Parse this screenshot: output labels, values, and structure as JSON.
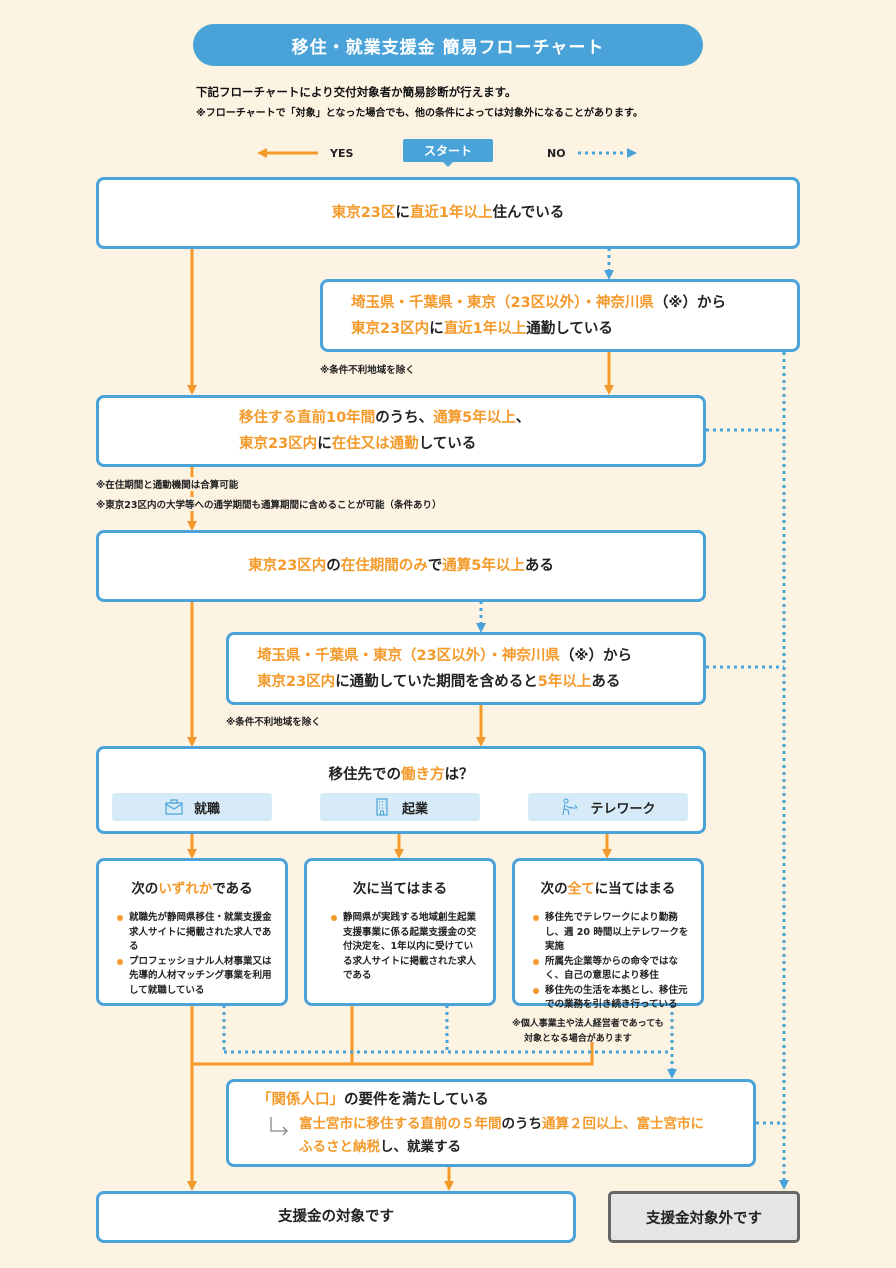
{
  "header": {
    "title": "移住・就業支援金 簡易フローチャート",
    "intro": "下記フローチャートにより交付対象者か簡易診断が行えます。",
    "disclaimer": "※フローチャートで「対象」となった場合でも、他の条件によっては対象外になることがあります。"
  },
  "legend": {
    "yes_label": "YES",
    "no_label": "NO",
    "start_label": "スタート",
    "colors": {
      "yes": "#f39a2b",
      "no": "#4aa3d8",
      "box_border": "#4aa3d8",
      "background": "#fdf3e3"
    }
  },
  "steps": {
    "q1": {
      "p1": "東京23区",
      "p2": "に",
      "p3": "直近1年以上",
      "p4": "住んでいる"
    },
    "q2": {
      "l1_a": "埼玉県・千葉県・東京（23区以外）・神奈川県",
      "l1_b": "（※）から",
      "l2_a": "東京23区内",
      "l2_b": "に",
      "l2_c": "直近1年以上",
      "l2_d": "通勤している",
      "note": "※条件不利地域を除く"
    },
    "q3": {
      "l1_a": "移住する直前10年間",
      "l1_b": "のうち、",
      "l1_c": "通算5年以上",
      "l1_d": "、",
      "l2_a": "東京23区内",
      "l2_b": "に",
      "l2_c": "在住又は通勤",
      "l2_d": "している",
      "note1": "※在住期間と通動機関は合算可能",
      "note2": "※東京23区内の大学等への通学期間も通算期間に含めることが可能（条件あり）"
    },
    "q4": {
      "p1": "東京23区内",
      "p2": "の",
      "p3": "在住期間のみ",
      "p4": "で",
      "p5": "通算5年以上",
      "p6": "ある"
    },
    "q5": {
      "l1_a": "埼玉県・千葉県・東京（23区以外）・神奈川県",
      "l1_b": "（※）から",
      "l2_a": "東京23区内",
      "l2_b": "に通勤していた期間を含めると",
      "l2_c": "5年以上",
      "l2_d": "ある",
      "note": "※条件不利地域を除く"
    },
    "q6": {
      "t1": "移住先での",
      "t2": "働き方",
      "t3": "は？",
      "options": [
        {
          "label": "就職",
          "icon": "briefcase-icon"
        },
        {
          "label": "起業",
          "icon": "building-icon"
        },
        {
          "label": "テレワーク",
          "icon": "telework-person-icon"
        }
      ]
    }
  },
  "branches": {
    "employment": {
      "t1": "次の",
      "t2": "いずれか",
      "t3": "である",
      "bullets": [
        "就職先が静岡県移住・就業支援金求人サイトに掲載された求人である",
        "プロフェッショナル人材事業又は先導的人材マッチング事業を利用して就職している"
      ]
    },
    "startup": {
      "t1": "次に当てはまる",
      "bullets": [
        "静岡県が実践する地域創生起業支援事業に係る起業支援金の交付決定を、1年以内に受けている求人サイトに掲載された求人である"
      ]
    },
    "telework": {
      "t1": "次の",
      "t2": "全て",
      "t3": "に当てはまる",
      "bullets": [
        "移住先でテレワークにより勤務し、週 20 時間以上テレワークを実施",
        "所属先企業等からの命令ではなく、自己の意思により移住",
        "移住先の生活を本拠とし、移住元での業務を引き続き行っている"
      ],
      "note_l1": "※個人事業主や法人経営者であっても",
      "note_l2": "対象となる場合があります"
    }
  },
  "kankei": {
    "t1": "「関係人口」",
    "t2": "の要件を満たしている",
    "d1": "富士宮市に移住する直前の５年間",
    "d2": "のうち",
    "d3": "通算２回以上、富士宮市に",
    "d4": "ふるさと納税",
    "d5": "し、就業する"
  },
  "results": {
    "eligible": "支援金の対象です",
    "ineligible": "支援金対象外です"
  }
}
